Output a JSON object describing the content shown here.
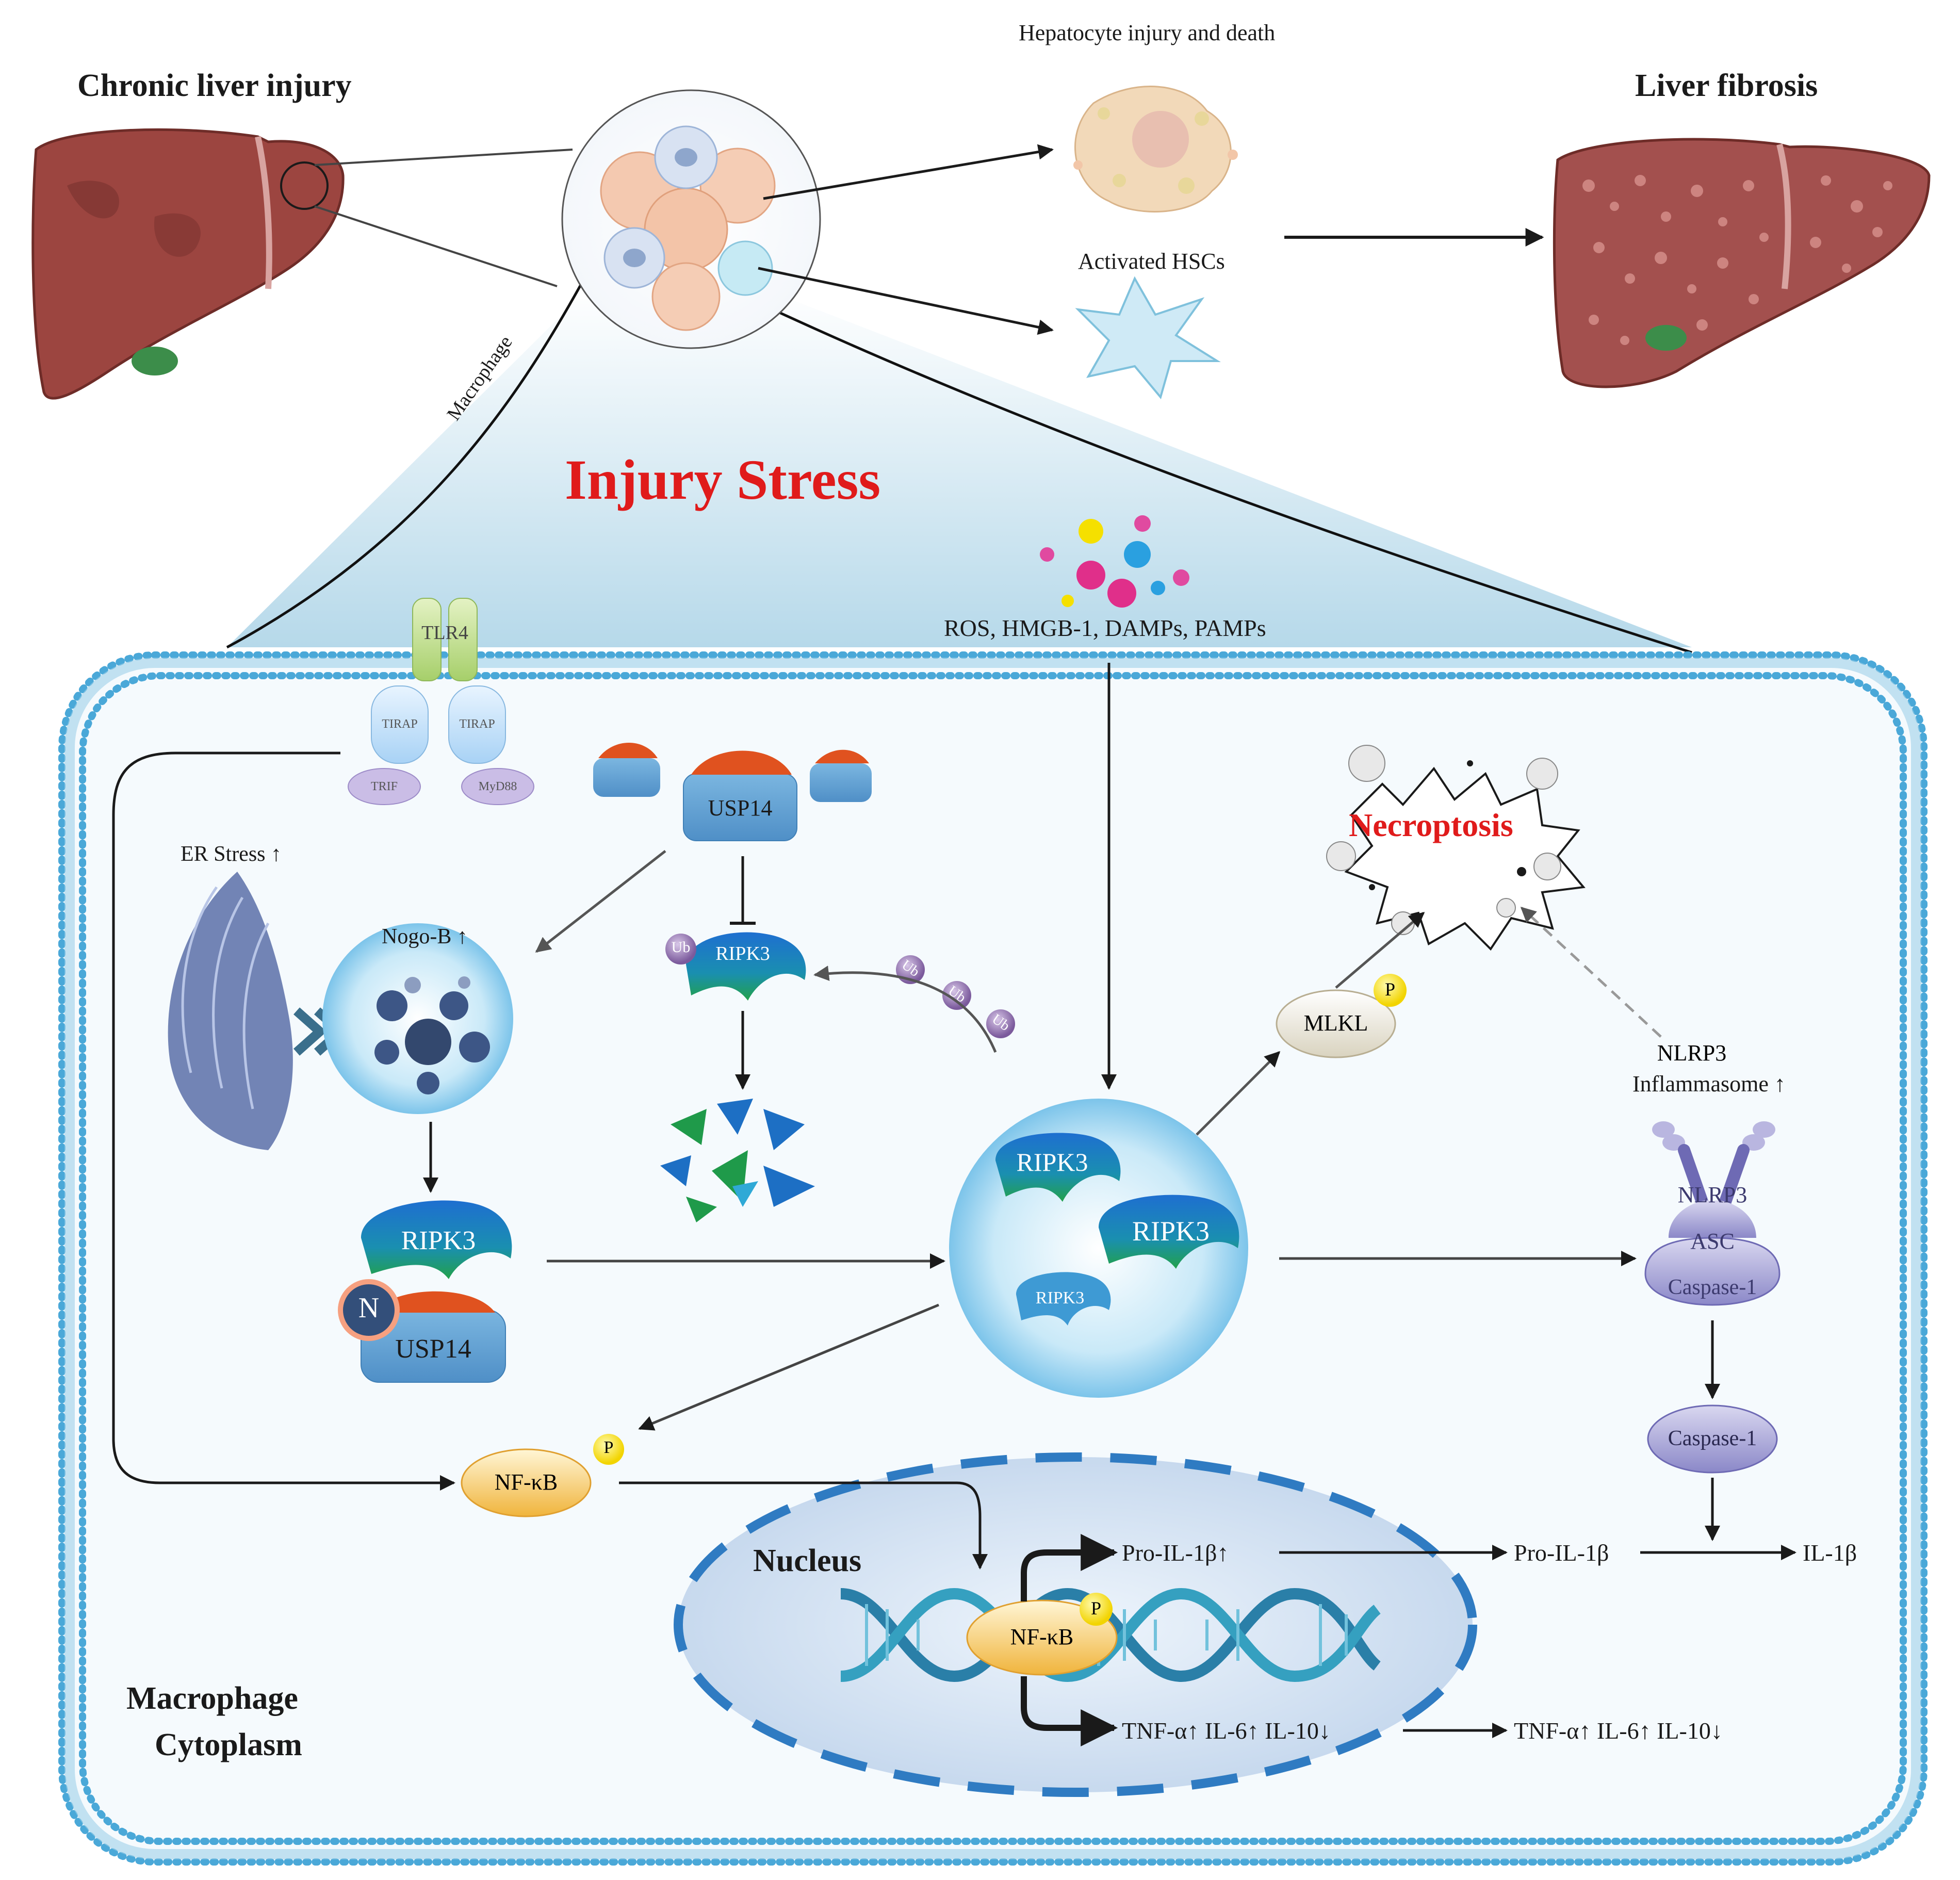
{
  "texts": {
    "chronic_liver_injury": "Chronic liver injury",
    "hepatocyte_injury": "Hepatocyte injury and death",
    "activated_hscs": "Activated HSCs",
    "liver_fibrosis": "Liver fibrosis",
    "macrophage_tag": "Macrophage",
    "injury_stress": "Injury Stress",
    "damps": "ROS, HMGB-1, DAMPs, PAMPs",
    "necroptosis": "Necroptosis",
    "tlr4": "TLR4",
    "tirap_left": "TIRAP",
    "tirap_right": "TIRAP",
    "trif": "TRIF",
    "myd88": "MyD88",
    "er_stress": "ER Stress",
    "usp14_top": "USP14",
    "nogo_b": "Nogo-B",
    "ub_1": "Ub",
    "ub_2": "Ub",
    "ub_3": "Ub",
    "ub_4": "Ub",
    "ripk3_ub": "RIPK3",
    "mlkl": "MLKL",
    "p_mlkl": "P",
    "nlrp3_inflammasome_1": "NLRP3",
    "nlrp3_inflammasome_2": "Inflammasome",
    "nlrp3": "NLRP3",
    "asc": "ASC",
    "caspase1_complex": "Caspase-1",
    "caspase1": "Caspase-1",
    "ripk3_complex": "RIPK3",
    "n": "N",
    "usp14_complex": "USP14",
    "ripk3_a": "RIPK3",
    "ripk3_b": "RIPK3",
    "ripk3_c": "RIPK3",
    "nfkb": "NF-κB",
    "p_nfkb": "P",
    "nucleus": "Nucleus",
    "nfkb_nucleus": "NF-κB",
    "p_nucleus": "P",
    "pro_il1b_nucleus": "Pro-IL-1β",
    "pro_il1b": "Pro-IL-1β",
    "il1b": "IL-1β",
    "tnf_nucleus": "TNF-α",
    "il6_nucleus": "IL-6",
    "il10_nucleus": "IL-10",
    "tnf": "TNF-α",
    "il6": "IL-6",
    "il10": "IL-10",
    "macrophage_cytoplasm_1": "Macrophage",
    "macrophage_cytoplasm_2": "Cytoplasm"
  },
  "colors": {
    "membrane": "#4aa8d8",
    "injury_red": "#e01b1b",
    "ripk3_blue": "#1d6fc4",
    "ripk3_green": "#1f9a4a",
    "usp14_orange": "#e0521f",
    "liver": "#a04a45",
    "arrow": "#1a1a1a"
  },
  "icons": [
    "liver-icon",
    "cell-cluster-icon",
    "dead-hepatocyte-icon",
    "hsc-icon",
    "fibrotic-liver-icon",
    "er-icon",
    "vesicle-icon",
    "dna-icon",
    "explosion-icon"
  ]
}
